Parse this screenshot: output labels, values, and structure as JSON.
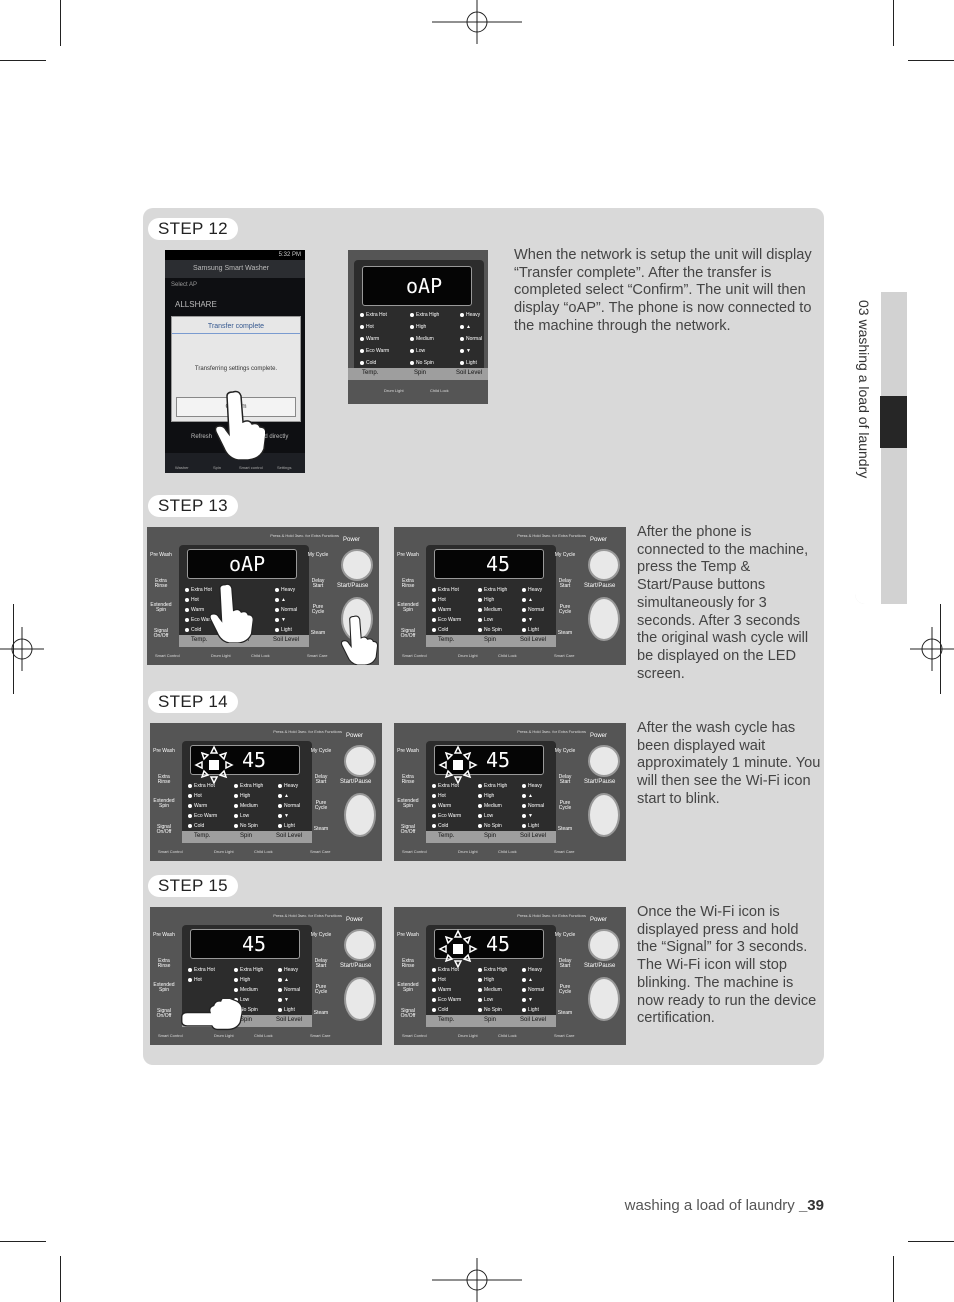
{
  "side_tab": {
    "label": "03 washing a load of laundry"
  },
  "footer": {
    "text": "washing a load of laundry",
    "page": "_39"
  },
  "phone": {
    "status_time": "5:32 PM",
    "app_title": "Samsung Smart Washer",
    "select_ap": "Select AP",
    "allshare": "ALLSHARE",
    "dialog_title": "Transfer complete",
    "dialog_message": "Transferring settings complete.",
    "confirm_button": "Confirm",
    "refresh": "Refresh",
    "add_directly": "Add directly",
    "tabs": [
      "Washer",
      "Spin",
      "Smart control",
      "Settings"
    ]
  },
  "panel_labels": {
    "hint": "Press & Hold 3sec. for Extra Functions",
    "left_buttons": [
      "Pre Wash",
      "Extra Rinse",
      "Extended Spin",
      "Signal On/Off"
    ],
    "right_buttons": [
      "My Cycle",
      "Delay Start",
      "Pure Cycle",
      "Steam"
    ],
    "power": "Power",
    "start_pause": "Start/Pause",
    "temp_options": [
      "Extra Hot",
      "Hot",
      "Warm",
      "Eco Warm",
      "Cold"
    ],
    "spin_options": [
      "Extra High",
      "High",
      "Medium",
      "Low",
      "No Spin"
    ],
    "soil_options": [
      "Heavy",
      "▲",
      "Normal",
      "▼",
      "Light"
    ],
    "bottom": [
      "Temp.",
      "Spin",
      "Soil Level"
    ],
    "footer_left": "Smart Control",
    "footer_mid1": "Drum Light",
    "footer_mid2": "Child Lock",
    "footer_right": "Smart Care",
    "code_oap": "oAP",
    "code_45": "45"
  },
  "steps": [
    {
      "label": "STEP 12",
      "text": "When the network is setup the unit will display “Transfer complete”. After the transfer is completed select “Confirm”. The unit will then display “oAP”. The phone is now connected to the machine through the network."
    },
    {
      "label": "STEP 13",
      "text": "After the phone is connected to the machine, press the Temp & Start/Pause buttons simultaneously for 3 seconds. After 3 seconds the original wash cycle will be displayed on the LED screen."
    },
    {
      "label": "STEP 14",
      "text": "After the wash cycle has been displayed wait approximately 1 minute. You will then see the Wi-Fi icon start to blink."
    },
    {
      "label": "STEP 15",
      "text": "Once the Wi-Fi icon is displayed press and hold the “Signal” for 3 seconds. The Wi-Fi icon will stop blinking. The machine is now ready to run the device certification."
    }
  ]
}
